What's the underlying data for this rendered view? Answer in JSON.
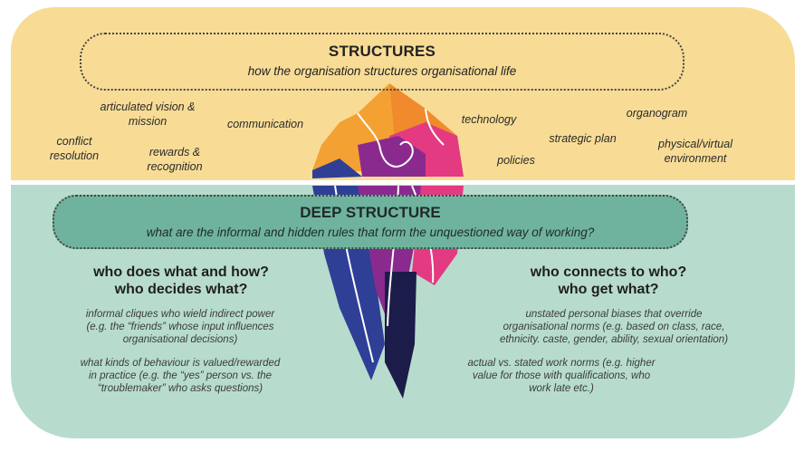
{
  "structures": {
    "title": "STRUCTURES",
    "subtitle": "how the organisation structures organisational life",
    "labels": {
      "articulated_vision": [
        "articulated vision &",
        "mission"
      ],
      "communication": [
        "communication"
      ],
      "conflict_resolution": [
        "conflict",
        "resolution"
      ],
      "rewards": [
        "rewards &",
        "recognition"
      ],
      "technology": [
        "technology"
      ],
      "organogram": [
        "organogram"
      ],
      "strategic_plan": [
        "strategic plan"
      ],
      "policies": [
        "policies"
      ],
      "environment": [
        "physical/virtual",
        "environment"
      ]
    }
  },
  "deep_structure": {
    "title": "DEEP STRUCTURE",
    "subtitle": "what are the informal and hidden rules that form the unquestioned way of working?"
  },
  "left": {
    "heading": [
      "who does what and how?",
      "who decides what?"
    ],
    "desc1": [
      "informal cliques who wield indirect power",
      "(e.g. the “friends” whose input influences",
      "organisational decisions)"
    ],
    "desc2": [
      "what kinds of behaviour is valued/rewarded",
      "in practice (e.g. the “yes” person vs. the",
      "“troublemaker” who asks questions)"
    ]
  },
  "right": {
    "heading": [
      "who connects to who?",
      "who get what?"
    ],
    "desc1": [
      "unstated personal biases that override",
      "organisational norms (e.g. based on class, race,",
      "ethnicity. caste, gender, ability, sexual orientation)"
    ],
    "desc2": [
      "actual vs. stated work norms (e.g. higher",
      "value for those with qualifications, who",
      "work late etc.)"
    ]
  },
  "colors": {
    "top_panel": "#f8dc96",
    "bottom_panel": "#b7dccd",
    "deep_box": "#6fb39e",
    "orange": "#f08a2c",
    "pink": "#e33a82",
    "purple": "#8a2a8e",
    "blue": "#2f3f96",
    "navy": "#1c1c4a"
  }
}
